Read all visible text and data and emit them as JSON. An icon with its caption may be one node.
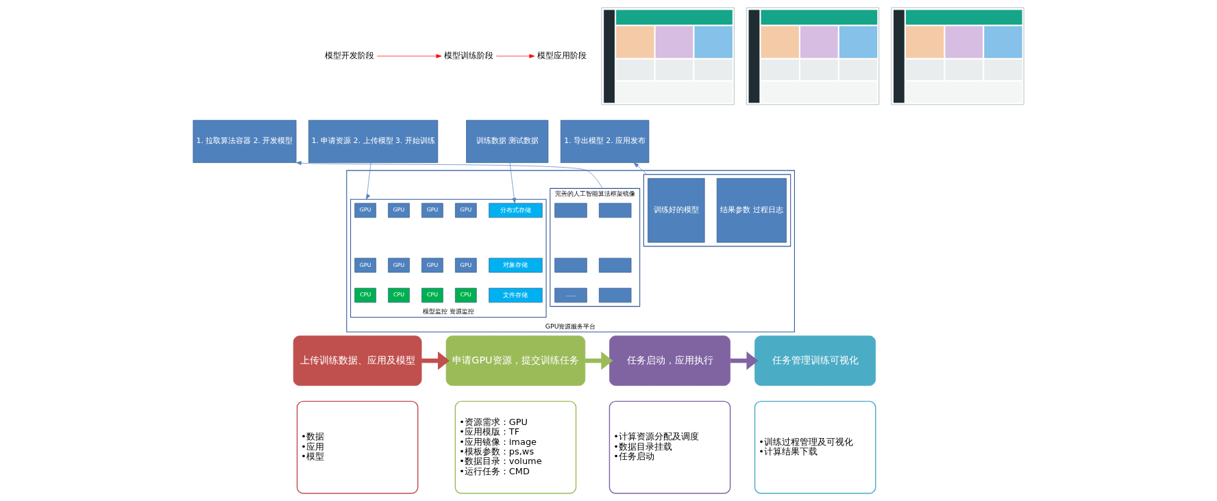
{
  "diagram": {
    "nodes": [
      {
        "text": [
          "模型开发阶段"
        ]
      },
      {
        "text": [
          "模型训练阶段"
        ]
      },
      {
        "text": [
          "模型应用阶段"
        ]
      },
      {
        "text": [
          "1. 拉取算法容器 2. 开发模型"
        ]
      },
      {
        "text": [
          "1. 申请资源 2. 上传模型 3. 开始训练"
        ]
      },
      {
        "text": [
          "训练数据 测试数据"
        ]
      },
      {
        "text": [
          "1. 导出模型 2. 应用发布"
        ]
      },
      {
        "text": [
          "GPU资源服务平台"
        ]
      },
      {
        "text": [
          "完善的人工智能算法框架镜像"
        ],
        "in": 7
      },
      {
        "text": [],
        "shape": "box",
        "in": 8
      },
      {
        "text": [],
        "shape": "box",
        "in": 8
      },
      {
        "text": [],
        "shape": "box",
        "in": 8
      },
      {
        "text": [],
        "shape": "box",
        "in": 8
      },
      {
        "text": [],
        "shape": "box",
        "in": 8
      },
      {
        "text": [
          "......"
        ],
        "in": 8
      },
      {
        "text": [
          "模型监控 资源监控"
        ],
        "in": 7
      },
      {
        "text": [
          "GPU"
        ],
        "in": 15
      },
      {
        "text": [
          "GPU"
        ],
        "in": 15
      },
      {
        "text": [
          "GPU"
        ],
        "in": 15
      },
      {
        "text": [
          "GPU"
        ],
        "in": 15
      },
      {
        "text": [
          "分布式存储"
        ],
        "in": 15
      },
      {
        "text": [
          "GPU"
        ],
        "in": 15
      },
      {
        "text": [
          "GPU"
        ],
        "in": 15
      },
      {
        "text": [
          "GPU"
        ],
        "in": 15
      },
      {
        "text": [
          "GPU"
        ],
        "in": 15
      },
      {
        "text": [
          "对象存储"
        ],
        "in": 15
      },
      {
        "text": [
          "CPU"
        ],
        "in": 15
      },
      {
        "text": [
          "CPU"
        ],
        "in": 15
      },
      {
        "text": [
          "CPU"
        ],
        "in": 15
      },
      {
        "text": [
          "CPU"
        ],
        "in": 15
      },
      {
        "text": [
          "文件存储"
        ],
        "in": 15
      },
      {
        "text": [],
        "shape": "box",
        "in": 7
      },
      {
        "text": [
          "训练好的模型"
        ],
        "in": 31
      },
      {
        "text": [
          "结果参数 过程日志"
        ],
        "in": 31
      },
      {
        "text": [],
        "shape": "picture"
      },
      {
        "text": [],
        "shape": "picture"
      },
      {
        "text": [],
        "shape": "picture"
      },
      {
        "text": [
          "上传训练数据、应用及模型"
        ]
      },
      {
        "text": [
          "•数据",
          "•应用",
          "•模型"
        ]
      },
      {
        "text": [
          "申请GPU资源，提交训练任务"
        ]
      },
      {
        "text": [
          "•资源需求：GPU",
          "•应用模版：TF",
          "•应用镜像：image",
          "•模板参数：ps,ws",
          "•数据目录：volume",
          "•运行任务：CMD"
        ]
      },
      {
        "text": [
          "任务启动，应用执行"
        ]
      },
      {
        "text": [
          "•计算资源分配及调度",
          "•数据目录挂载",
          "•任务启动"
        ]
      },
      {
        "text": [
          "任务管理训练可视化"
        ]
      },
      {
        "text": [
          "•训练过程管理及可视化",
          "•计算结果下载"
        ]
      }
    ],
    "edges": [
      {
        "from": 0,
        "to": 1,
        "arrow": "to",
        "color": "#ff0000"
      },
      {
        "from": 1,
        "to": 2,
        "arrow": "to",
        "color": "#ff0000"
      },
      {
        "from": 8,
        "to": 3,
        "arrow": "to"
      },
      {
        "from": 4,
        "to": 15,
        "arrow": "to"
      },
      {
        "from": 5,
        "to": 20,
        "arrow": "to"
      },
      {
        "from": 31,
        "to": 6,
        "arrow": "to"
      },
      {
        "from": 37,
        "to": 39,
        "arrow": "to",
        "style": "thick",
        "color": "#c0504d"
      },
      {
        "from": 39,
        "to": 41,
        "arrow": "to",
        "style": "thick",
        "color": "#9bbb59"
      },
      {
        "from": 41,
        "to": 43,
        "arrow": "to",
        "style": "thick",
        "color": "#8064a2"
      }
    ]
  }
}
